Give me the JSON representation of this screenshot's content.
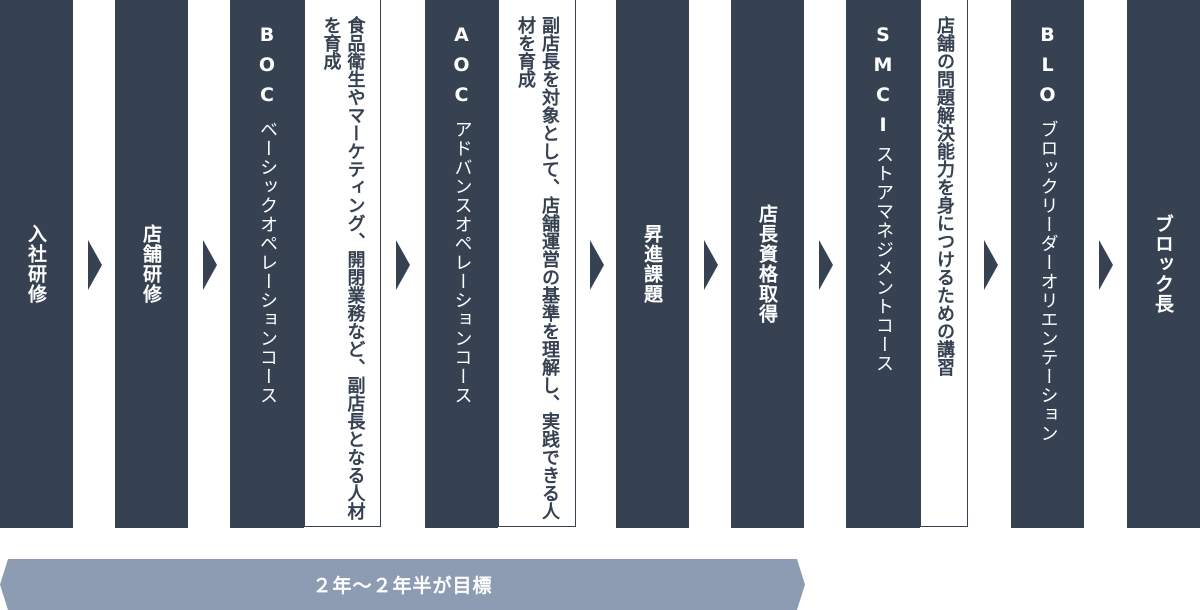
{
  "steps": {
    "s1": "入社研修",
    "s2": "店舗研修",
    "boc": {
      "abbr": [
        "B",
        "O",
        "C"
      ],
      "name": "ベーシックオペレーションコース",
      "desc": "食品衛生やマーケティング、開閉業務など、副店長となる人材を育成"
    },
    "aoc": {
      "abbr": [
        "A",
        "O",
        "C"
      ],
      "name": "アドバンスオペレーションコース",
      "desc": "副店長を対象として、店舗運営の基準を理解し、実践できる人材を育成"
    },
    "s5": "昇進課題",
    "s6": "店長資格取得",
    "smci": {
      "abbr": [
        "S",
        "M",
        "C",
        "I"
      ],
      "name": "ストアマネジメントコース",
      "desc": "店舗の問題解決能力を身につけるための講習"
    },
    "blo": {
      "abbr": [
        "B",
        "L",
        "O"
      ],
      "name": "ブロックリーダーオリエンテーション"
    },
    "s9": "ブロック長"
  },
  "banner": "２年〜２年半が目標",
  "colors": {
    "dark": "#364152",
    "banner": "#8e9cb3"
  }
}
